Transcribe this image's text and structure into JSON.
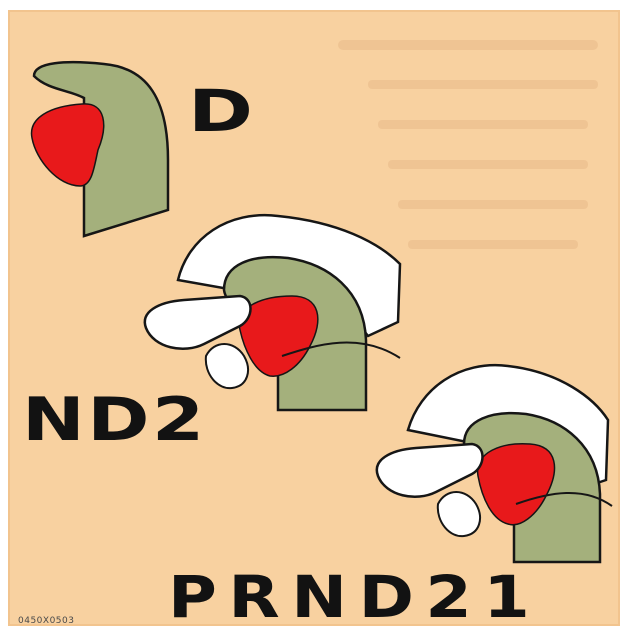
{
  "labels": {
    "d": "D",
    "nd2": "ND2",
    "prnd21": "PRND21"
  },
  "part_code": "0450X0503",
  "colors": {
    "background": "#f8d1a0",
    "lever": "#a4b07c",
    "button": "#e8191b",
    "hand": "#ffffff",
    "outline": "#161616",
    "text": "#121212"
  }
}
